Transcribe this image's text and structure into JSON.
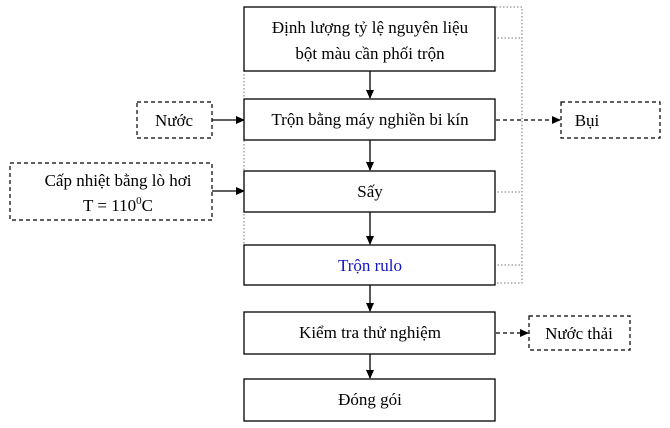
{
  "process_steps": [
    {
      "line1": "Định lượng tỷ lệ nguyên liệu",
      "line2": "bột màu cần phối trộn"
    },
    {
      "label": "Trộn bằng máy nghiền bi kín"
    },
    {
      "label": "Sấy"
    },
    {
      "label": "Trộn rulo",
      "color": "#1414c8"
    },
    {
      "label": "Kiểm tra thử nghiệm"
    },
    {
      "label": "Đóng gói"
    }
  ],
  "inputs": {
    "water": "Nước",
    "heat_line1": "Cấp nhiệt bằng lò hơi",
    "heat_prefix": "T = 110",
    "heat_sup": "0",
    "heat_suffix": "C"
  },
  "outputs": {
    "dust": "Bụi",
    "wastewater": "Nước thải"
  }
}
